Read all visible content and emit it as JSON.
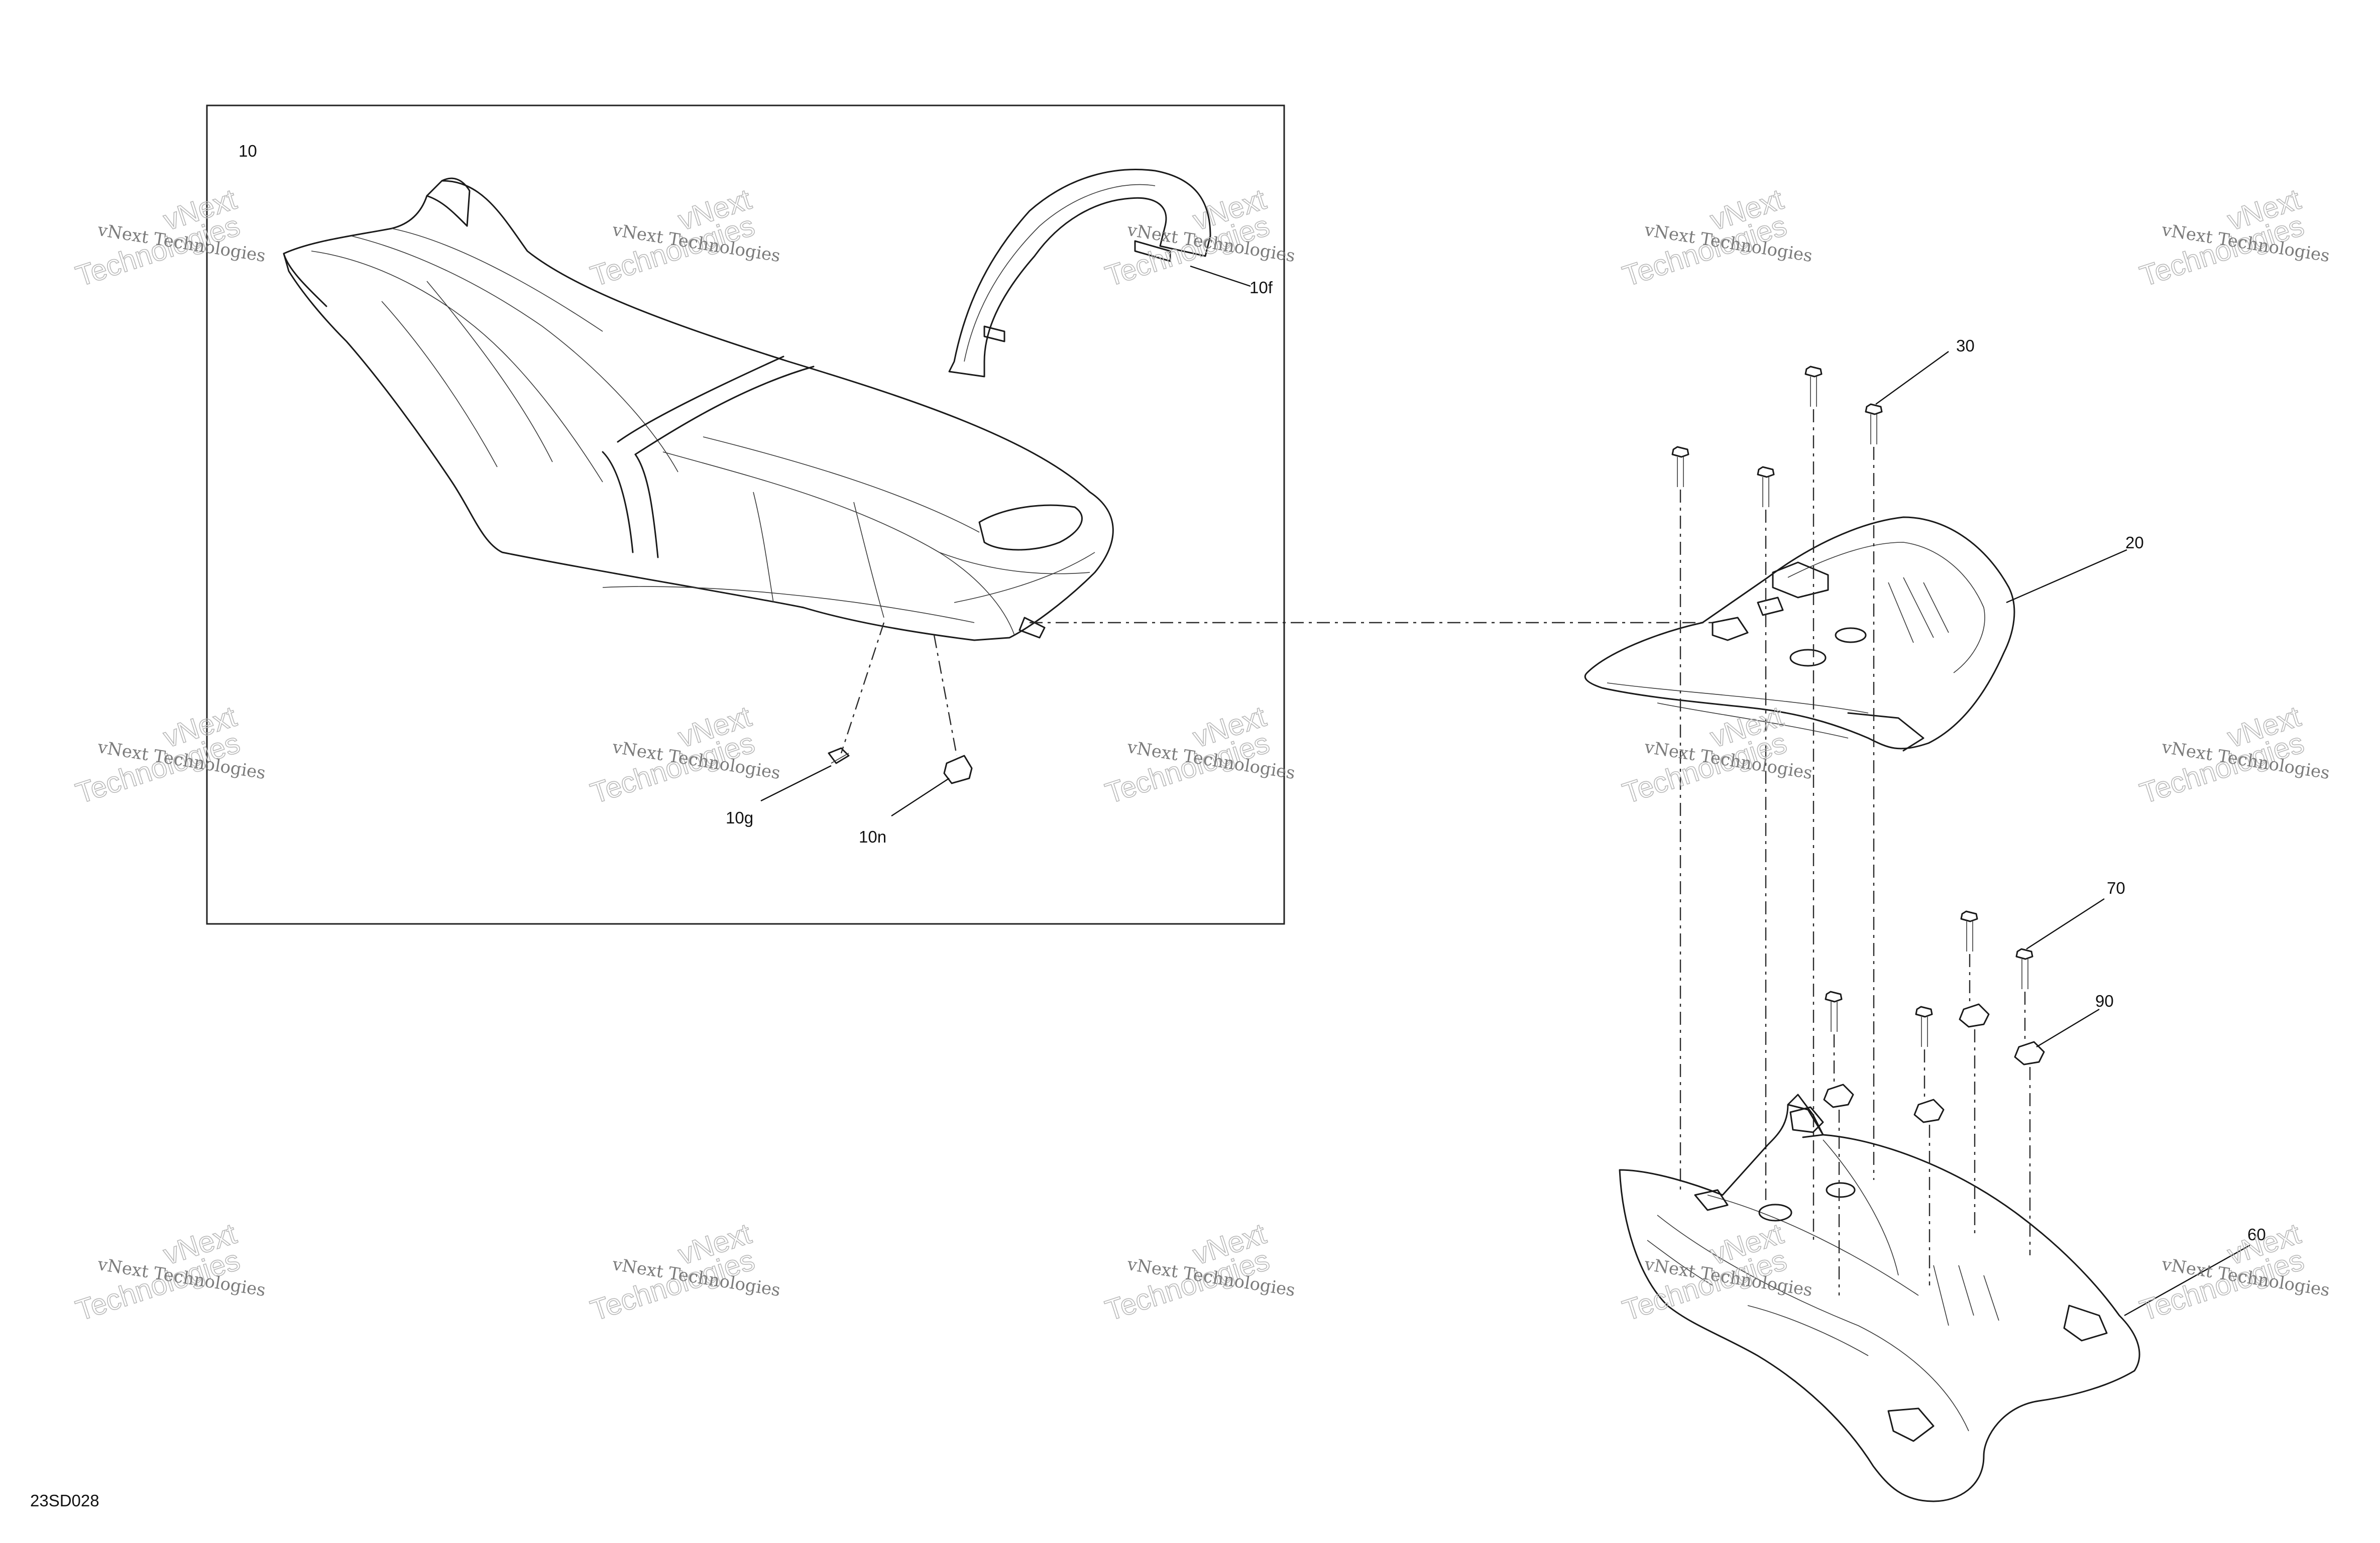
{
  "watermark": {
    "line1": "vNext Technologies",
    "line2": "Technologies",
    "line3": "vNext"
  },
  "drawing_code": "23SD028",
  "callouts": [
    {
      "id": "10",
      "label": "10"
    },
    {
      "id": "10f",
      "label": "10f"
    },
    {
      "id": "10g",
      "label": "10g"
    },
    {
      "id": "10n",
      "label": "10n"
    },
    {
      "id": "20",
      "label": "20"
    },
    {
      "id": "30",
      "label": "30"
    },
    {
      "id": "60",
      "label": "60"
    },
    {
      "id": "70",
      "label": "70"
    },
    {
      "id": "90",
      "label": "90"
    }
  ],
  "colors": {
    "line": "#1a1a1a",
    "watermark": "#6d6d6d",
    "background": "#ffffff"
  }
}
